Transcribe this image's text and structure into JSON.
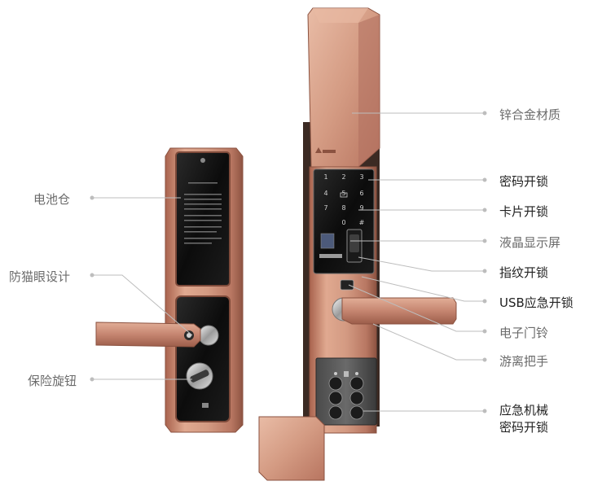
{
  "product": {
    "brand_mark": "",
    "back_panel_note": ""
  },
  "callouts_right": [
    {
      "text": "锌合金材质",
      "emphasis": false
    },
    {
      "text": "密码开锁",
      "emphasis": true
    },
    {
      "text": "卡片开锁",
      "emphasis": true
    },
    {
      "text": "液晶显示屏",
      "emphasis": false
    },
    {
      "text": "指纹开锁",
      "emphasis": true
    },
    {
      "text": "USB应急开锁",
      "emphasis": true
    },
    {
      "text": "电子门铃",
      "emphasis": false
    },
    {
      "text": "游离把手",
      "emphasis": false
    },
    {
      "text": "应急机械",
      "emphasis": true
    },
    {
      "text": "密码开锁",
      "emphasis": true
    }
  ],
  "callouts_left": [
    {
      "text": "电池仓"
    },
    {
      "text": "防猫眼设计"
    },
    {
      "text": "保险旋钮"
    }
  ],
  "keypad": [
    "1",
    "2",
    "3",
    "4",
    "5",
    "6",
    "7",
    "8",
    "9",
    "*",
    "0",
    "#"
  ],
  "colors": {
    "copper_light": "#e6b49c",
    "copper_mid": "#c98a72",
    "copper_dark": "#8e5442",
    "panel_black": "#111111",
    "line": "#bdbdbd",
    "text_strong": "#222222",
    "text_light": "#6b6b6b"
  }
}
